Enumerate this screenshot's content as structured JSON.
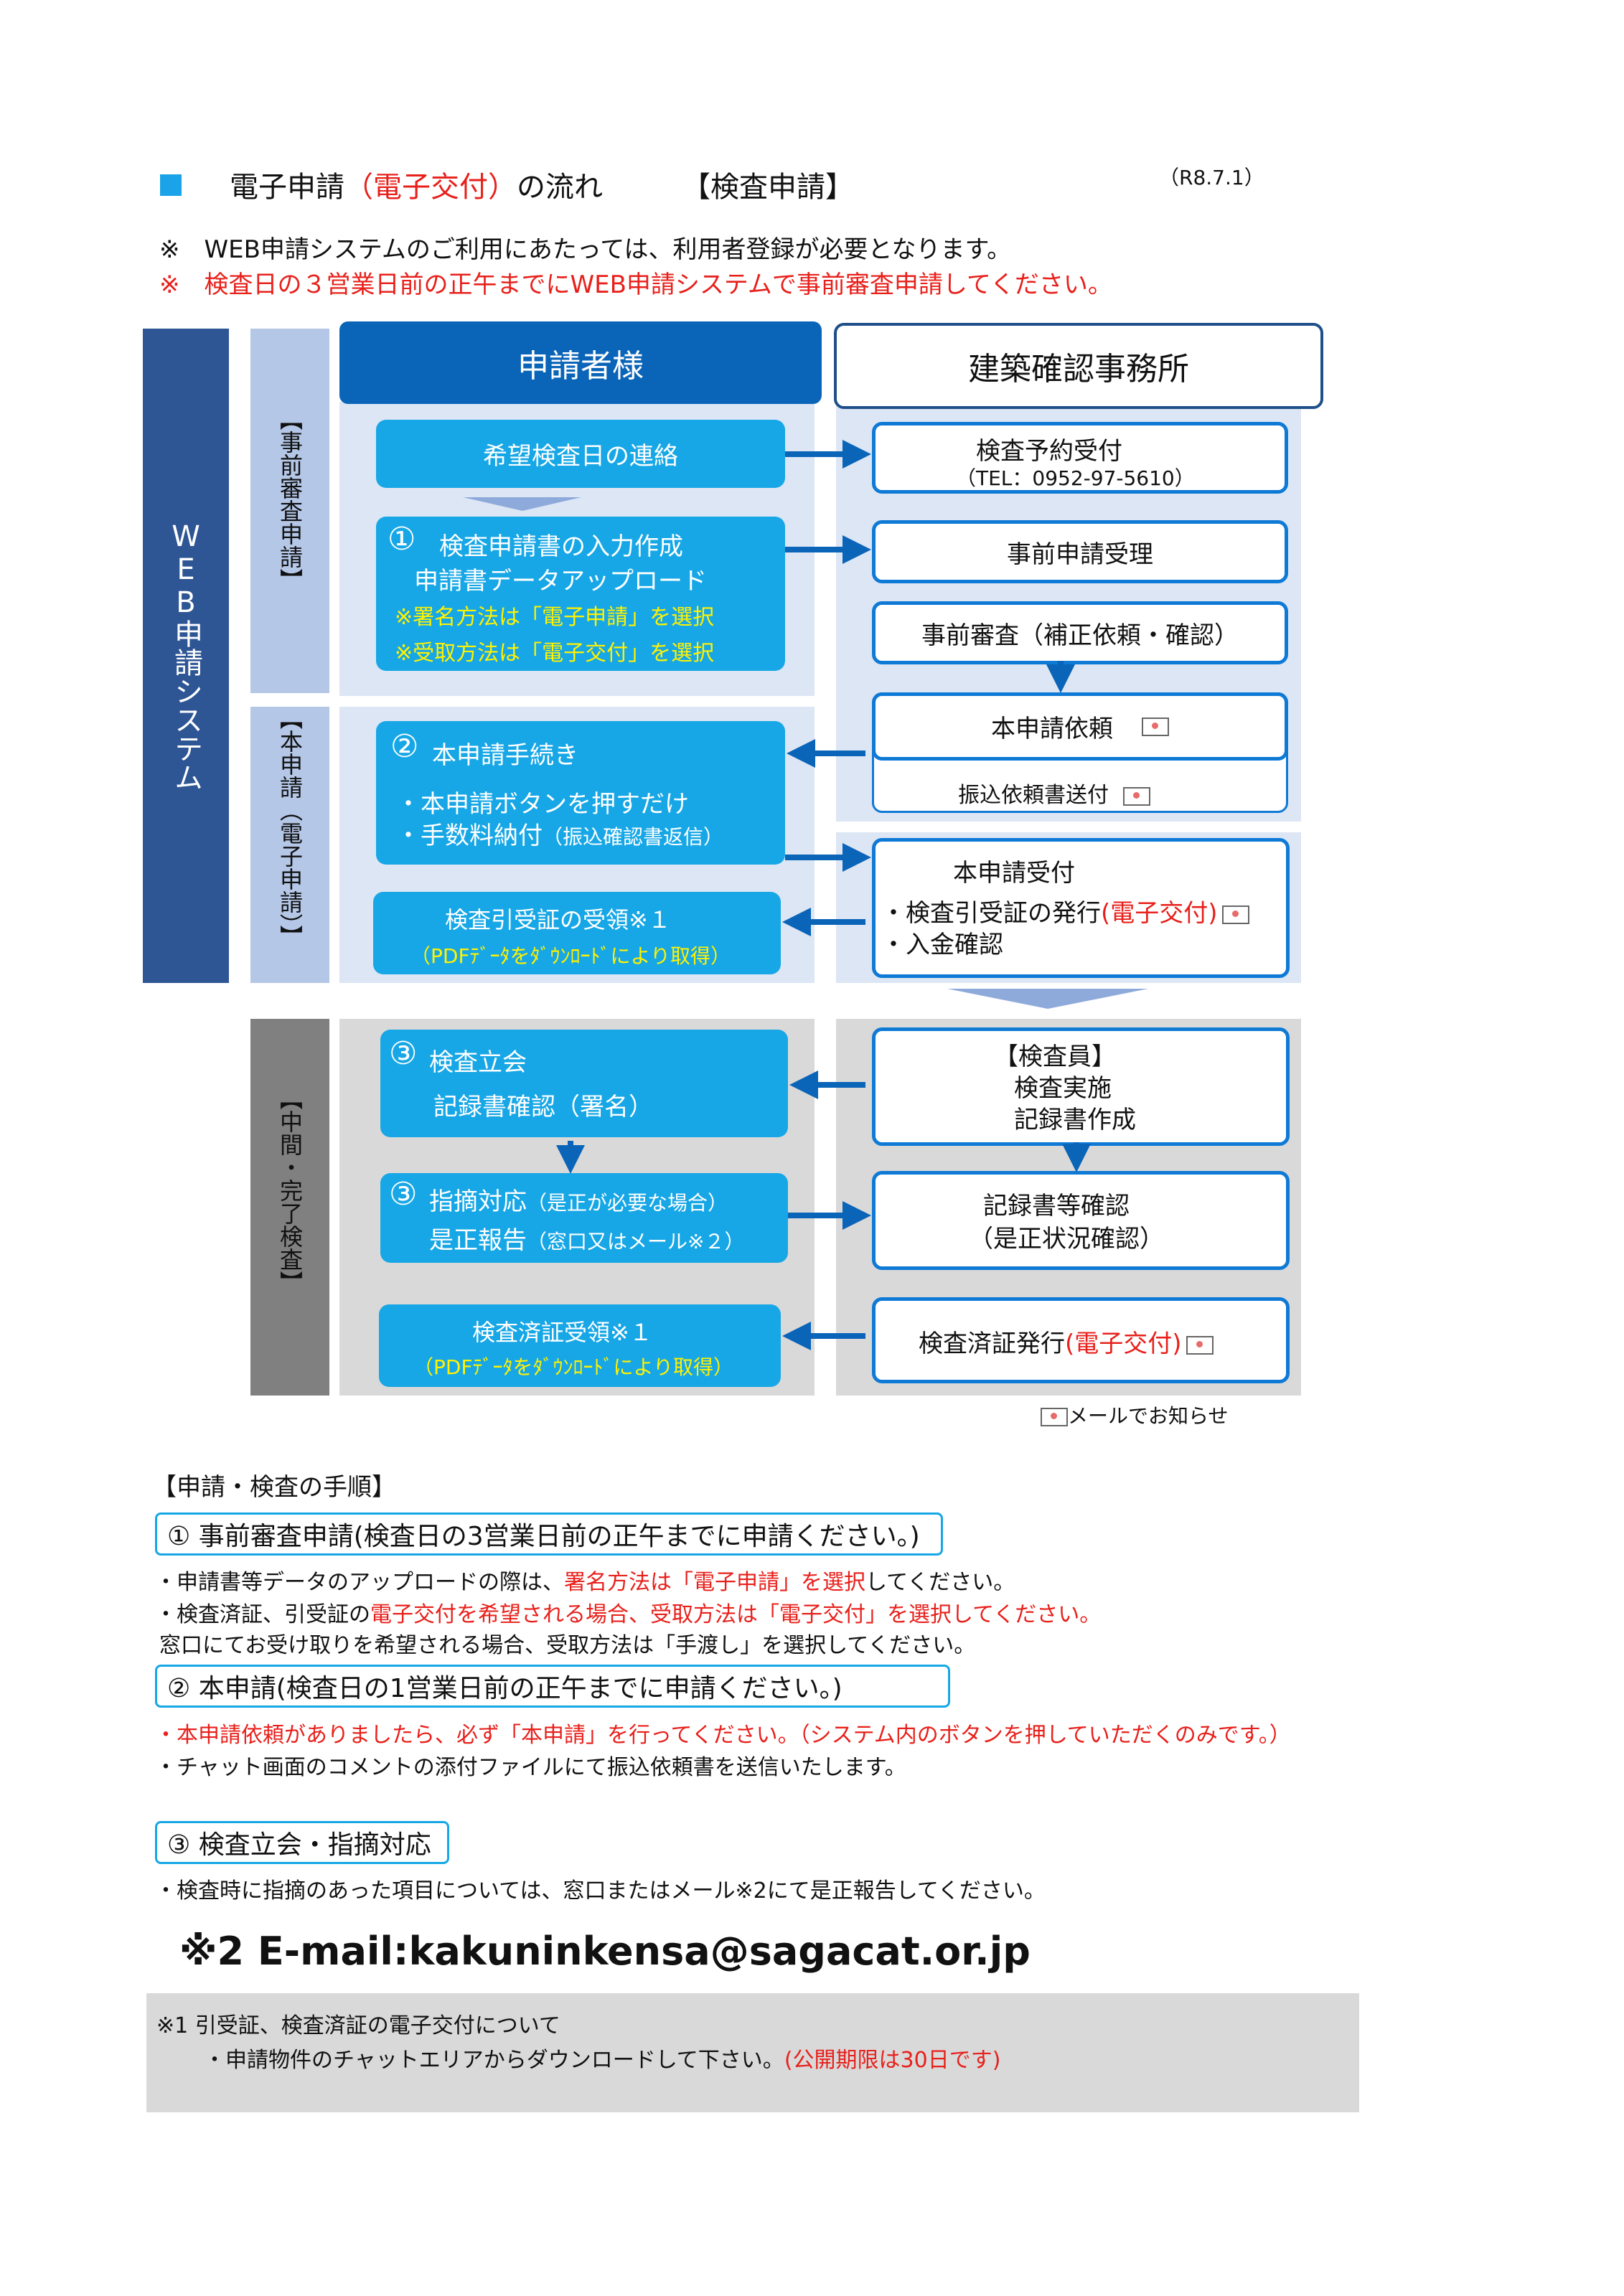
{
  "header": {
    "title_a": "電子申請",
    "title_b": "（電子交付）",
    "title_c": "の流れ",
    "title_d": "【検査申請】",
    "date": "（R8.7.1）",
    "note1": "※　WEB申請システムのご利用にあたっては、利用者登録が必要となります。",
    "note2": "※　検査日の３営業日前の正午までにWEB申請システムで事前審査申請してください。"
  },
  "side": {
    "system": "WEB申請システム",
    "phase1": "【事前審査申請】",
    "phase2": "【本申請（電子申請）】",
    "phase3": "【中間・完了検査】"
  },
  "columns": {
    "applicant": "申請者様",
    "office": "建築確認事務所"
  },
  "applicant": {
    "contact": "希望検査日の連絡",
    "s1_num": "①",
    "s1_line1": "検査申請書の入力作成",
    "s1_line2": "申請書データアップロード",
    "s1_line3": "※署名方法は「電子申請」を選択",
    "s1_line4": "※受取方法は「電子交付」を選択",
    "s2_num": "②",
    "s2_title": "本申請手続き",
    "s2_line1": "・本申請ボタンを押すだけ",
    "s2_line2a": "・手数料納付",
    "s2_line2b": "（振込確認書返信）",
    "receive1_line1": "検査引受証の受領※１",
    "receive1_line2": "（PDFﾃﾞｰﾀをﾀﾞｳﾝﾛｰﾄﾞにより取得）",
    "s3_num": "③",
    "s3_line1": "検査立会",
    "s3_line2": "記録書確認（署名）",
    "s3b_num": "③",
    "s3b_line1a": "指摘対応",
    "s3b_line1b": "（是正が必要な場合）",
    "s3b_line2a": "是正報告",
    "s3b_line2b": "（窓口又はメール※２）",
    "receive2_line1": "検査済証受領※１",
    "receive2_line2": "（PDFﾃﾞｰﾀをﾀﾞｳﾝﾛｰﾄﾞにより取得）"
  },
  "office": {
    "reserve_line1": "検査予約受付",
    "reserve_line2": "（TEL：0952-97-5610）",
    "pre_accept": "事前申請受理",
    "pre_review": "事前審査（補正依頼・確認）",
    "request": "本申請依頼",
    "transfer": "振込依頼書送付",
    "main_accept_title": "本申請受付",
    "main_accept_line1a": "・検査引受証の発行",
    "main_accept_line1b": "(電子交付)",
    "main_accept_line2": "・入金確認",
    "inspector_line1": "【検査員】",
    "inspector_line2": "検査実施",
    "inspector_line3": "記録書作成",
    "record_line1": "記録書等確認",
    "record_line2": "（是正状況確認）",
    "cert_a": "検査済証発行",
    "cert_b": "(電子交付)"
  },
  "legend": "メールでお知らせ",
  "procedure": {
    "heading": "【申請・検査の手順】",
    "step1": "①  事前審査申請(検査日の3営業日前の正午までに申請ください。)",
    "step1_b1a": "・申請書等データのアップロードの際は、",
    "step1_b1b": "署名方法は「電子申請」を選択",
    "step1_b1c": "してください。",
    "step1_b2a": "・検査済証、引受証の",
    "step1_b2b": "電子交付を希望される場合、受取方法は「電子交付」を選択してください。",
    "step1_b3": "窓口にてお受け取りを希望される場合、受取方法は「手渡し」を選択してください。",
    "step2": "② 本申請(検査日の1営業日前の正午までに申請ください。)",
    "step2_b1": "・本申請依頼がありましたら、必ず「本申請」を行ってください。（システム内のボタンを押していただくのみです。）",
    "step2_b2": "・チャット画面のコメントの添付ファイルにて振込依頼書を送信いたします。",
    "step3": "③ 検査立会・指摘対応",
    "step3_b1": "・検査時に指摘のあった項目については、窓口またはメール※2にて是正報告してください。",
    "email": "※2  E-mail:kakuninkensa@sagacat.or.jp"
  },
  "footer": {
    "line1": "※1   引受証、検査済証の電子交付について",
    "line2a": "・申請物件のチャットエリアからダウンロードして下さい。",
    "line2b": "(公開期限は30日です)"
  },
  "colors": {
    "cyan_box": "#17a7e6",
    "dark_blue": "#0a64b8",
    "navy_side": "#2e5594",
    "red": "#e8201b",
    "yellow": "#fff200"
  }
}
